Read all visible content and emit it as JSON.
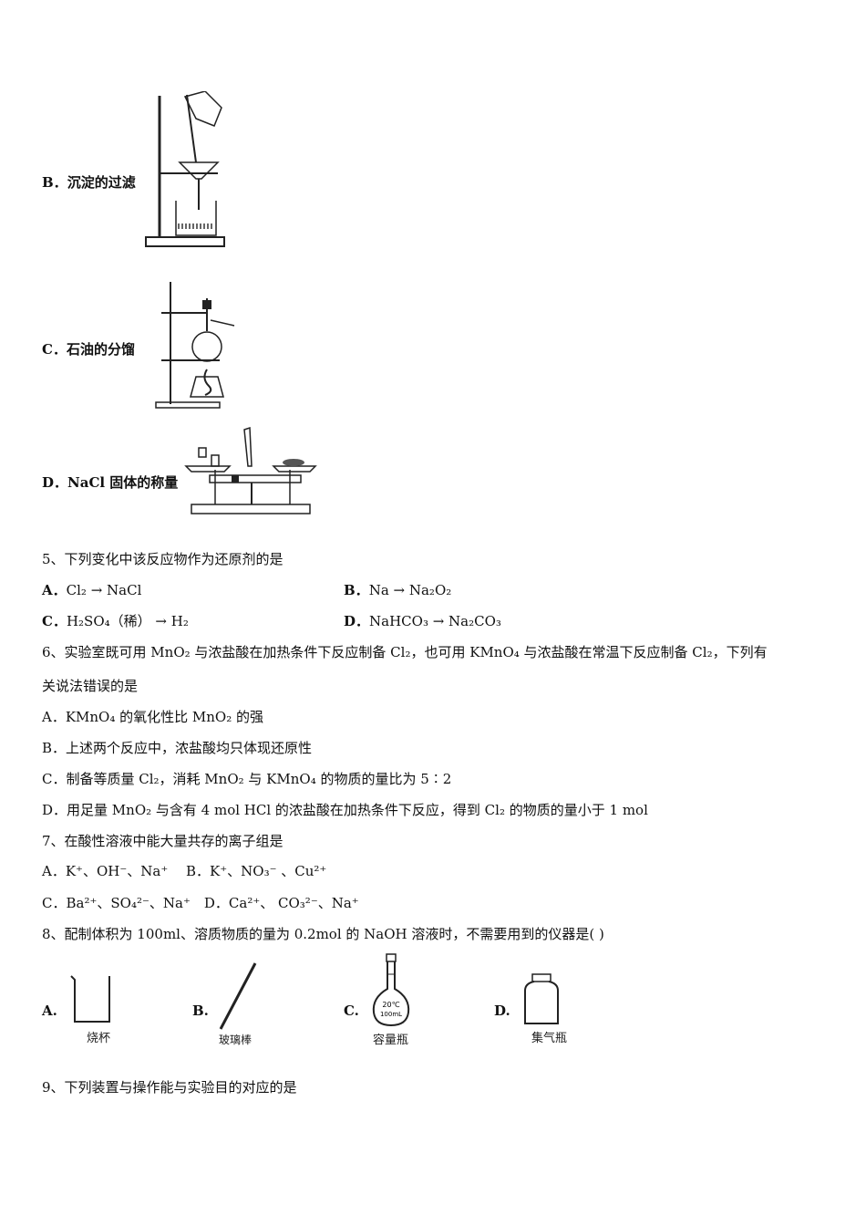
{
  "q4": {
    "optB": {
      "letter": "B．",
      "text": "沉淀的过滤"
    },
    "optC": {
      "letter": "C．",
      "text": "石油的分馏"
    },
    "optD": {
      "letter": "D．",
      "text": "NaCl 固体的称量"
    }
  },
  "q5": {
    "stem": "5、下列变化中该反应物作为还原剂的是",
    "A": {
      "letter": "A．",
      "text": "Cl₂ → NaCl"
    },
    "B": {
      "letter": "B．",
      "text": "Na → Na₂O₂"
    },
    "C": {
      "letter": "C．",
      "text": "H₂SO₄（稀） → H₂"
    },
    "D": {
      "letter": "D．",
      "text": "NaHCO₃ → Na₂CO₃"
    }
  },
  "q6": {
    "stem1": "6、实验室既可用 MnO₂ 与浓盐酸在加热条件下反应制备 Cl₂，也可用 KMnO₄ 与浓盐酸在常温下反应制备 Cl₂，下列有",
    "stem2": "关说法错误的是",
    "A": "A．KMnO₄ 的氧化性比 MnO₂ 的强",
    "B": "B．上述两个反应中，浓盐酸均只体现还原性",
    "C": "C．制备等质量 Cl₂，消耗 MnO₂ 与 KMnO₄ 的物质的量比为 5∶2",
    "D": "D．用足量 MnO₂ 与含有 4 mol HCl 的浓盐酸在加热条件下反应，得到 Cl₂ 的物质的量小于 1 mol"
  },
  "q7": {
    "stem": "7、在酸性溶液中能大量共存的离子组是",
    "AB": "A．K⁺、OH⁻、Na⁺　 B．K⁺、NO₃⁻ 、Cu²⁺",
    "CD": "C．Ba²⁺、SO₄²⁻、Na⁺　D．Ca²⁺、 CO₃²⁻、Na⁺"
  },
  "q8": {
    "stem": "8、配制体积为 100ml、溶质物质的量为 0.2mol 的 NaOH 溶液时，不需要用到的仪器是( )",
    "A": {
      "letter": "A.",
      "caption": "烧杯"
    },
    "B": {
      "letter": "B.",
      "caption": "玻璃棒"
    },
    "C": {
      "letter": "C.",
      "caption": "容量瓶",
      "label1": "20℃",
      "label2": "100mL"
    },
    "D": {
      "letter": "D.",
      "caption": "集气瓶"
    }
  },
  "q9": {
    "stem": "9、下列装置与操作能与实验目的对应的是"
  }
}
